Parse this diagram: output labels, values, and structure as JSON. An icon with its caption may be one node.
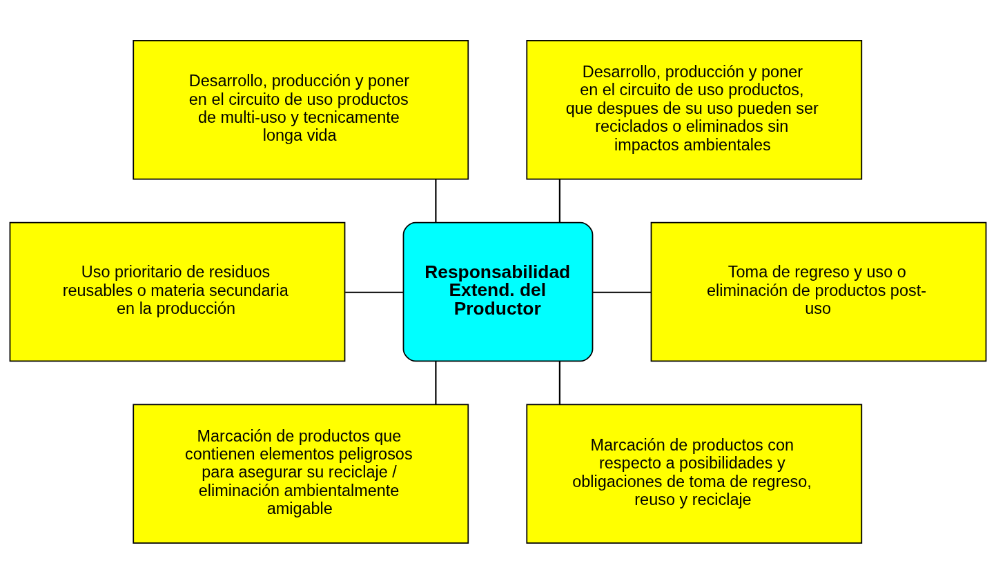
{
  "diagram": {
    "nodes": [
      {
        "text": [
          "Responsabilidad Extend. del Productor"
        ]
      },
      {
        "text": [
          "Desarrollo, producción y poner en el circuito de uso productos de multi-uso y tecnicamente longa vida"
        ]
      },
      {
        "text": [
          "Desarrollo, producción y poner en el circuito de uso productos, que despues de su uso pueden ser reciclados o eliminados sin impactos ambientales"
        ]
      },
      {
        "text": [
          "Uso prioritario de residuos reusables o materia secundaria en la producción"
        ]
      },
      {
        "text": [
          "Toma de regreso y uso o eliminación de productos post-uso"
        ]
      },
      {
        "text": [
          "Marcación de productos que contienen elementos peligrosos para asegurar su reciclaje / eliminación ambientalmente amigable"
        ]
      },
      {
        "text": [
          "Marcación de productos con respecto a posibilidades y obligaciones de toma de regreso, reuso y reciclaje"
        ]
      }
    ],
    "edges": [
      {
        "from": 1,
        "to": 0,
        "arrow": "none"
      },
      {
        "from": 2,
        "to": 0,
        "arrow": "none"
      },
      {
        "from": 3,
        "to": 0,
        "arrow": "none"
      },
      {
        "from": 0,
        "to": 4,
        "arrow": "none"
      },
      {
        "from": 0,
        "to": 5,
        "arrow": "none"
      },
      {
        "from": 0,
        "to": 6,
        "arrow": "none"
      }
    ]
  }
}
